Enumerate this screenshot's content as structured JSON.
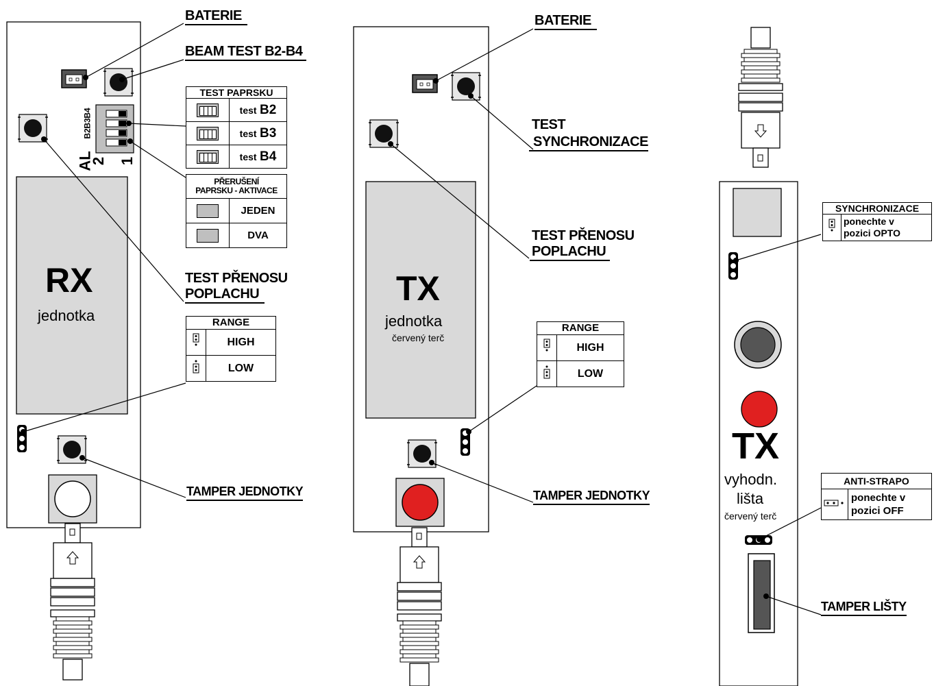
{
  "units": {
    "rx_title": "RX",
    "rx_sub": "jednotka",
    "tx_title": "TX",
    "tx_sub": "jednotka",
    "tx_sub2": "červený terč",
    "bar_title": "TX",
    "bar_sub1": "vyhodn.",
    "bar_sub2": "lišta",
    "bar_sub3": "červený terč"
  },
  "dip_labels": {
    "b4": "B4",
    "b3": "B3",
    "b2": "B2",
    "al": "AL",
    "two": "2",
    "one": "1"
  },
  "callouts": {
    "rx_baterie": "BATERIE",
    "rx_beam_test": "BEAM TEST B2-B4",
    "rx_test_prenosu_1": "TEST PŘENOSU",
    "rx_test_prenosu_2": "POPLACHU",
    "rx_tamper": "TAMPER JEDNOTKY",
    "tx_baterie": "BATERIE",
    "tx_test_sync_1": "TEST",
    "tx_test_sync_2": "SYNCHRONIZACE",
    "tx_test_prenosu_1": "TEST PŘENOSU",
    "tx_test_prenosu_2": "POPLACHU",
    "tx_tamper": "TAMPER JEDNOTKY",
    "bar_tamper": "TAMPER LIŠTY"
  },
  "test_table": {
    "header": "TEST PAPRSKU",
    "rows": [
      {
        "prefix": "test",
        "value": "B2"
      },
      {
        "prefix": "test",
        "value": "B3"
      },
      {
        "prefix": "test",
        "value": "B4"
      }
    ]
  },
  "activation_table": {
    "header1": "PŘERUŠENÍ",
    "header2": "PAPRSKU - AKTIVACE",
    "rows": [
      "JEDEN",
      "DVA"
    ]
  },
  "rx_range": {
    "header": "RANGE",
    "rows": [
      "HIGH",
      "LOW"
    ]
  },
  "tx_range": {
    "header": "RANGE",
    "rows": [
      "HIGH",
      "LOW"
    ]
  },
  "sync_table": {
    "header": "SYNCHRONIZACE",
    "line1": "ponechte v",
    "line2": "pozici OPTO"
  },
  "anti_table": {
    "header": "ANTI-STRAPO",
    "line1": "ponechte v",
    "line2": "pozici OFF"
  },
  "colors": {
    "board_fill": "#ffffff",
    "window_fill": "#d9d9d9",
    "red_target": "#e02020",
    "dark_lens": "#555555",
    "line": "#000000"
  }
}
